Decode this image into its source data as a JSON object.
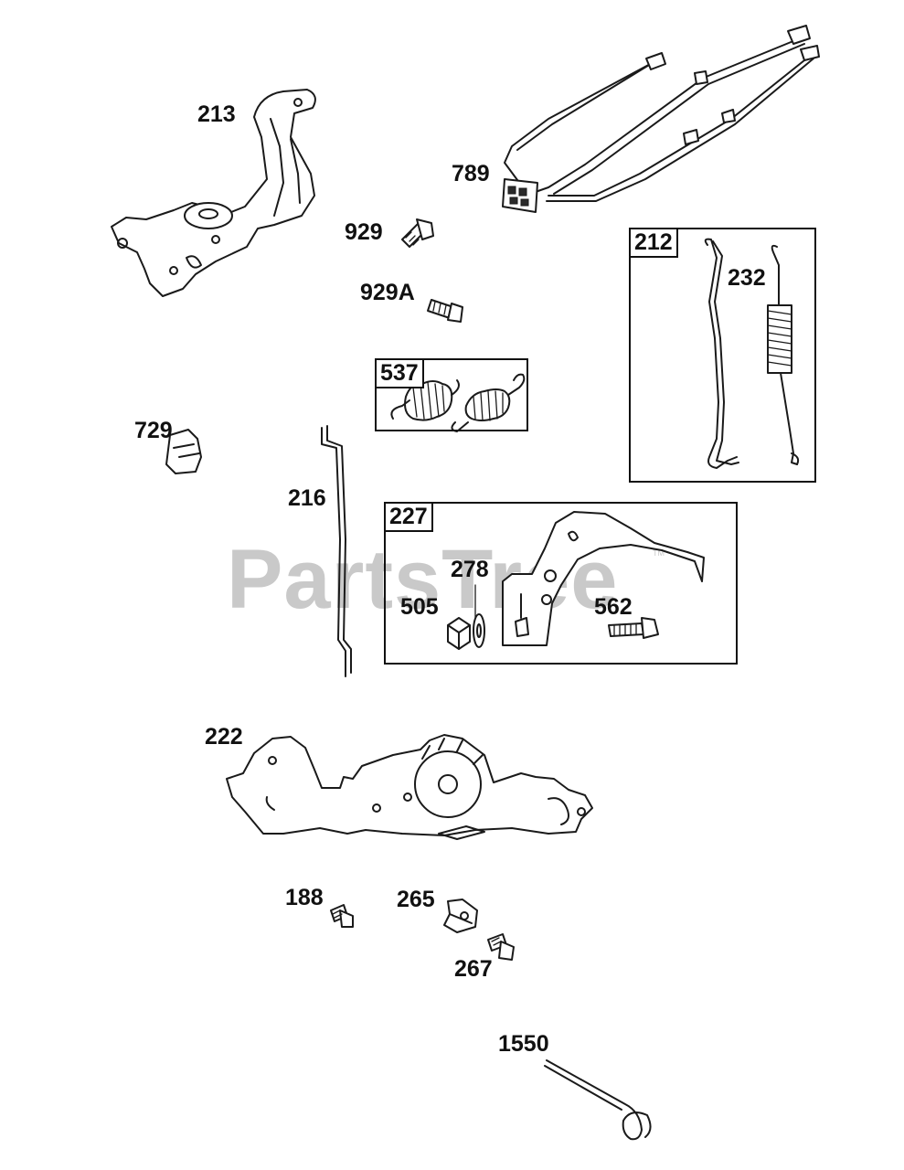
{
  "watermark": "PartsTree",
  "watermark_tm": "TM",
  "callouts": {
    "p213": "213",
    "p789": "789",
    "p929": "929",
    "p929a": "929A",
    "p212": "212",
    "p232": "232",
    "p537": "537",
    "p729": "729",
    "p216": "216",
    "p227": "227",
    "p278": "278",
    "p505": "505",
    "p562": "562",
    "p222": "222",
    "p188": "188",
    "p265": "265",
    "p267": "267",
    "p1550": "1550"
  }
}
